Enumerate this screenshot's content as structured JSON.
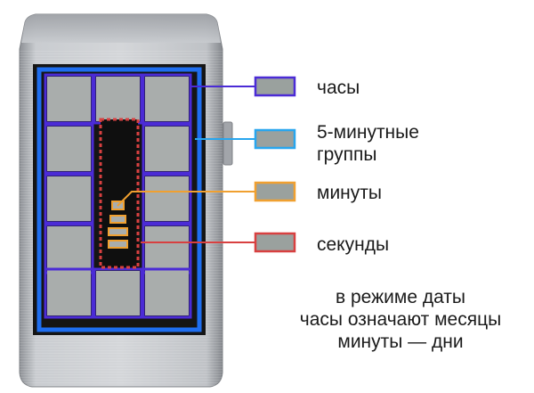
{
  "legend": {
    "hours": {
      "label": "часы",
      "color": "#4b2bd6"
    },
    "five_minute_groups": {
      "label_line1": "5-минутные",
      "label_line2": "группы",
      "color": "#28a6ee"
    },
    "minutes": {
      "label": "минуты",
      "color": "#f0a030"
    },
    "seconds": {
      "label": "секунды",
      "color": "#d84040"
    }
  },
  "note": {
    "line1": "в режиме даты",
    "line2": "часы означают месяцы",
    "line3": "минуты — дни"
  },
  "colors": {
    "case_silver": "#b9bcc0",
    "screen_black": "#151515",
    "lcd_segment": "#a9adac",
    "legend_swatch": "#9aa19e"
  }
}
